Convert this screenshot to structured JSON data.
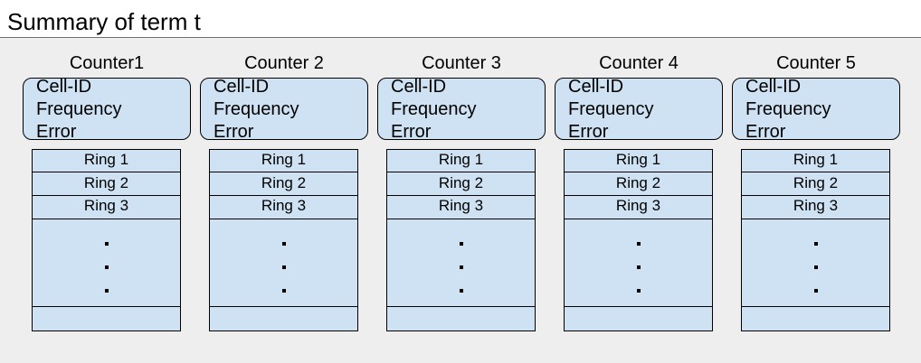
{
  "title": "Summary of term t",
  "counters": [
    {
      "label": "Counter1",
      "info": [
        "Cell-ID",
        "Frequency",
        "Error"
      ],
      "rings": [
        "Ring 1",
        "Ring 2",
        "Ring 3"
      ]
    },
    {
      "label": "Counter 2",
      "info": [
        "Cell-ID",
        "Frequency",
        "Error"
      ],
      "rings": [
        "Ring 1",
        "Ring 2",
        "Ring 3"
      ]
    },
    {
      "label": "Counter 3",
      "info": [
        "Cell-ID",
        "Frequency",
        "Error"
      ],
      "rings": [
        "Ring 1",
        "Ring 2",
        "Ring 3"
      ]
    },
    {
      "label": "Counter 4",
      "info": [
        "Cell-ID",
        "Frequency",
        "Error"
      ],
      "rings": [
        "Ring 1",
        "Ring 2",
        "Ring 3"
      ]
    },
    {
      "label": "Counter 5",
      "info": [
        "Cell-ID",
        "Frequency",
        "Error"
      ],
      "rings": [
        "Ring 1",
        "Ring 2",
        "Ring 3"
      ]
    }
  ],
  "colors": {
    "box_fill": "#cfe2f3",
    "panel_background": "#eeeeee",
    "stroke": "#000000"
  }
}
